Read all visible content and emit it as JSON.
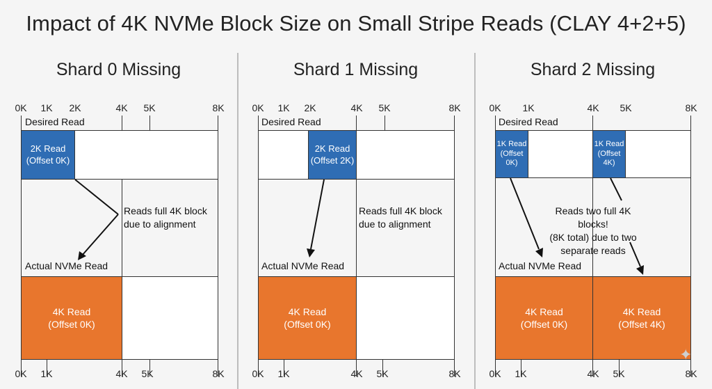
{
  "title": "Impact of 4K NVMe Block Size on Small Stripe Reads (CLAY 4+2+5)",
  "panels": [
    {
      "title": "Shard 0 Missing",
      "ticks_top": [
        "0K",
        "1K",
        "2K",
        "4K",
        "5K",
        "8K"
      ],
      "ticks_bottom": [
        "0K",
        "1K",
        "4K",
        "5K",
        "8K"
      ],
      "desired_label": "Desired Read",
      "actual_label": "Actual NVMe Read",
      "desired_blocks": [
        "2K Read\n(Offset 0K)"
      ],
      "actual_blocks": [
        "4K Read\n(Offset 0K)"
      ],
      "note": "Reads full 4K block\ndue to alignment"
    },
    {
      "title": "Shard 1 Missing",
      "ticks_top": [
        "0K",
        "1K",
        "2K",
        "4K",
        "5K",
        "8K"
      ],
      "ticks_bottom": [
        "0K",
        "1K",
        "4K",
        "5K",
        "8K"
      ],
      "desired_label": "Desired Read",
      "actual_label": "Actual NVMe Read",
      "desired_blocks": [
        "2K Read\n(Offset 2K)"
      ],
      "actual_blocks": [
        "4K Read\n(Offset 0K)"
      ],
      "note": "Reads full 4K block\ndue to alignment"
    },
    {
      "title": "Shard 2 Missing",
      "ticks_top": [
        "0K",
        "1K",
        "4K",
        "5K",
        "8K"
      ],
      "ticks_bottom": [
        "0K",
        "1K",
        "4K",
        "5K",
        "8K"
      ],
      "desired_label": "Desired Read",
      "actual_label": "Actual NVMe Read",
      "desired_blocks": [
        "1K Read\n(Offset\n0K)",
        "1K Read\n(Offset\n4K)"
      ],
      "actual_blocks": [
        "4K Read\n(Offset 0K)",
        "4K Read\n(Offset 4K)"
      ],
      "note": "Reads two full 4K blocks!\n(8K total) due to two\nseparate reads"
    }
  ],
  "colors": {
    "desired": "#2f6db4",
    "actual": "#e8762d",
    "background": "#f5f5f5"
  },
  "logo_icon": "sparkle-icon"
}
